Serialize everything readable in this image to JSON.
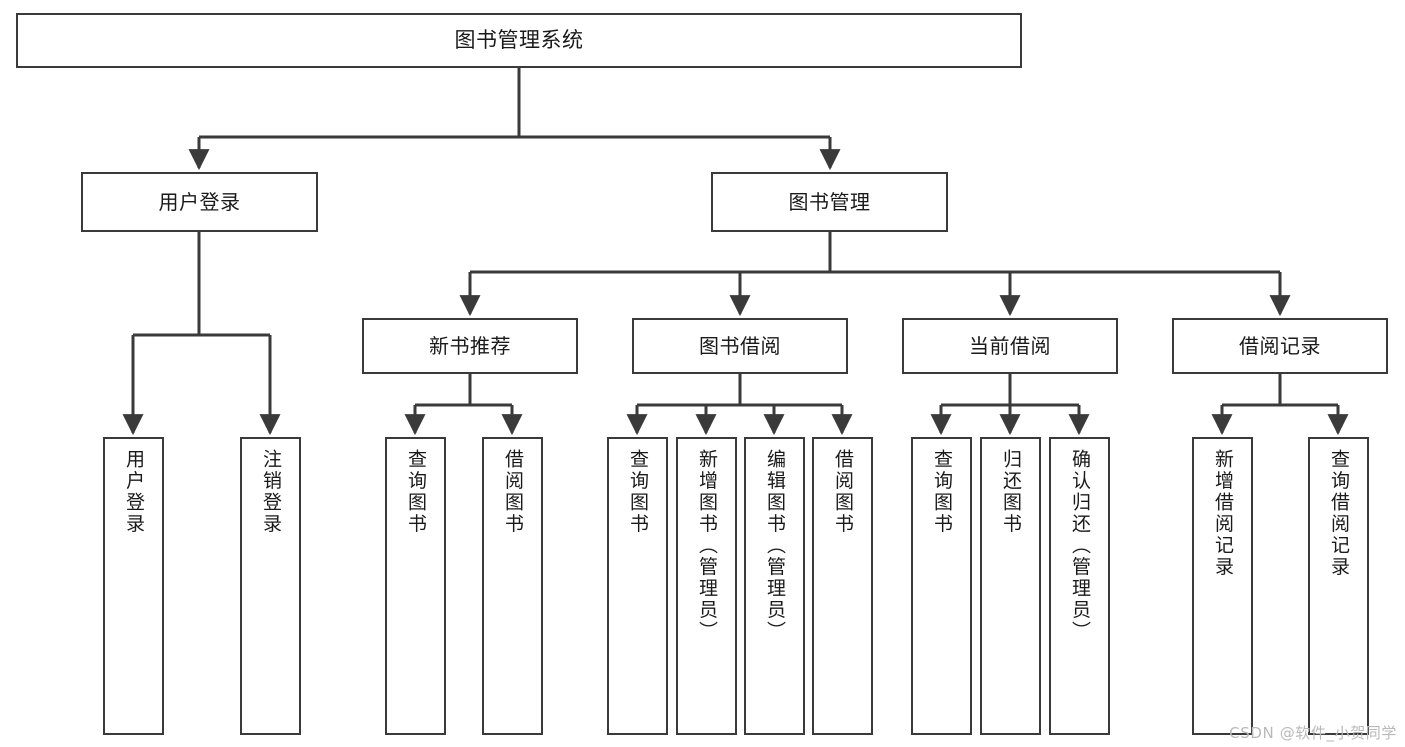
{
  "diagram": {
    "type": "tree",
    "title": "图书管理系统",
    "orientation": "top-down",
    "colors": {
      "box_border": "#3a3a3a",
      "box_fill": "#ffffff",
      "connector": "#3a3a3a",
      "text": "#1a1a1a",
      "watermark": "#b9b9b9"
    },
    "root": {
      "id": "root",
      "label": "图书管理系统",
      "text_orientation": "horizontal"
    },
    "level2": [
      {
        "id": "user-login",
        "label": "用户登录",
        "text_orientation": "horizontal"
      },
      {
        "id": "book-management",
        "label": "图书管理",
        "text_orientation": "horizontal"
      }
    ],
    "level3": [
      {
        "id": "new-book-recommend",
        "label": "新书推荐",
        "parent": "book-management",
        "text_orientation": "horizontal"
      },
      {
        "id": "book-borrow",
        "label": "图书借阅",
        "parent": "book-management",
        "text_orientation": "horizontal"
      },
      {
        "id": "current-borrow",
        "label": "当前借阅",
        "parent": "book-management",
        "text_orientation": "horizontal"
      },
      {
        "id": "borrow-record",
        "label": "借阅记录",
        "parent": "book-management",
        "text_orientation": "horizontal"
      }
    ],
    "leaves": [
      {
        "id": "leaf-user-login",
        "label": "用户登录",
        "parent": "user-login",
        "text_orientation": "vertical"
      },
      {
        "id": "leaf-user-logout",
        "label": "注销登录",
        "parent": "user-login",
        "text_orientation": "vertical"
      },
      {
        "id": "leaf-recommend-query-book",
        "label": "查询图书",
        "parent": "new-book-recommend",
        "text_orientation": "vertical"
      },
      {
        "id": "leaf-recommend-borrow-book",
        "label": "借阅图书",
        "parent": "new-book-recommend",
        "text_orientation": "vertical"
      },
      {
        "id": "leaf-borrow-query-book",
        "label": "查询图书",
        "parent": "book-borrow",
        "text_orientation": "vertical"
      },
      {
        "id": "leaf-borrow-add-book",
        "label": "新增图书（管理员）",
        "parent": "book-borrow",
        "text_orientation": "vertical"
      },
      {
        "id": "leaf-borrow-edit-book",
        "label": "编辑图书（管理员）",
        "parent": "book-borrow",
        "text_orientation": "vertical"
      },
      {
        "id": "leaf-borrow-borrow-book",
        "label": "借阅图书",
        "parent": "book-borrow",
        "text_orientation": "vertical"
      },
      {
        "id": "leaf-current-query-book",
        "label": "查询图书",
        "parent": "current-borrow",
        "text_orientation": "vertical"
      },
      {
        "id": "leaf-current-return-book",
        "label": "归还图书",
        "parent": "current-borrow",
        "text_orientation": "vertical"
      },
      {
        "id": "leaf-current-confirm-return",
        "label": "确认归还（管理员）",
        "parent": "current-borrow",
        "text_orientation": "vertical"
      },
      {
        "id": "leaf-record-add-record",
        "label": "新增借阅记录",
        "parent": "borrow-record",
        "text_orientation": "vertical"
      },
      {
        "id": "leaf-record-query-record",
        "label": "查询借阅记录",
        "parent": "borrow-record",
        "text_orientation": "vertical"
      }
    ]
  },
  "watermark": {
    "text": "CSDN @软件_小贺同学"
  }
}
